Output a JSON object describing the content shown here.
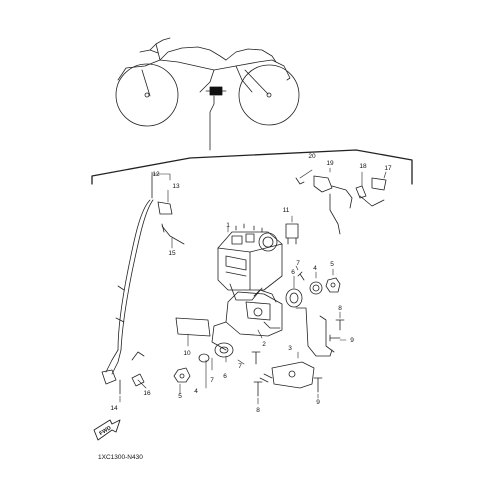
{
  "diagram": {
    "drawing_code": "1XC1300-N430",
    "front_marker": "FWD",
    "callouts": [
      "1",
      "2",
      "3",
      "4",
      "5",
      "6",
      "7",
      "8",
      "9",
      "10",
      "11",
      "12",
      "13",
      "14",
      "15",
      "16",
      "17",
      "18",
      "19",
      "20"
    ],
    "callout_items": {
      "n1": "1",
      "n2": "2",
      "n3": "3",
      "n4a": "4",
      "n4b": "4",
      "n5a": "5",
      "n5b": "5",
      "n6a": "6",
      "n6b": "6",
      "n7a": "7",
      "n7b": "7",
      "n7c": "7",
      "n8a": "8",
      "n8b": "8",
      "n9a": "9",
      "n9b": "9",
      "n10": "10",
      "n11": "11",
      "n12": "12",
      "n13": "13",
      "n14": "14",
      "n15": "15",
      "n16": "16",
      "n17": "17",
      "n18": "18",
      "n19": "19",
      "n20": "20"
    }
  }
}
